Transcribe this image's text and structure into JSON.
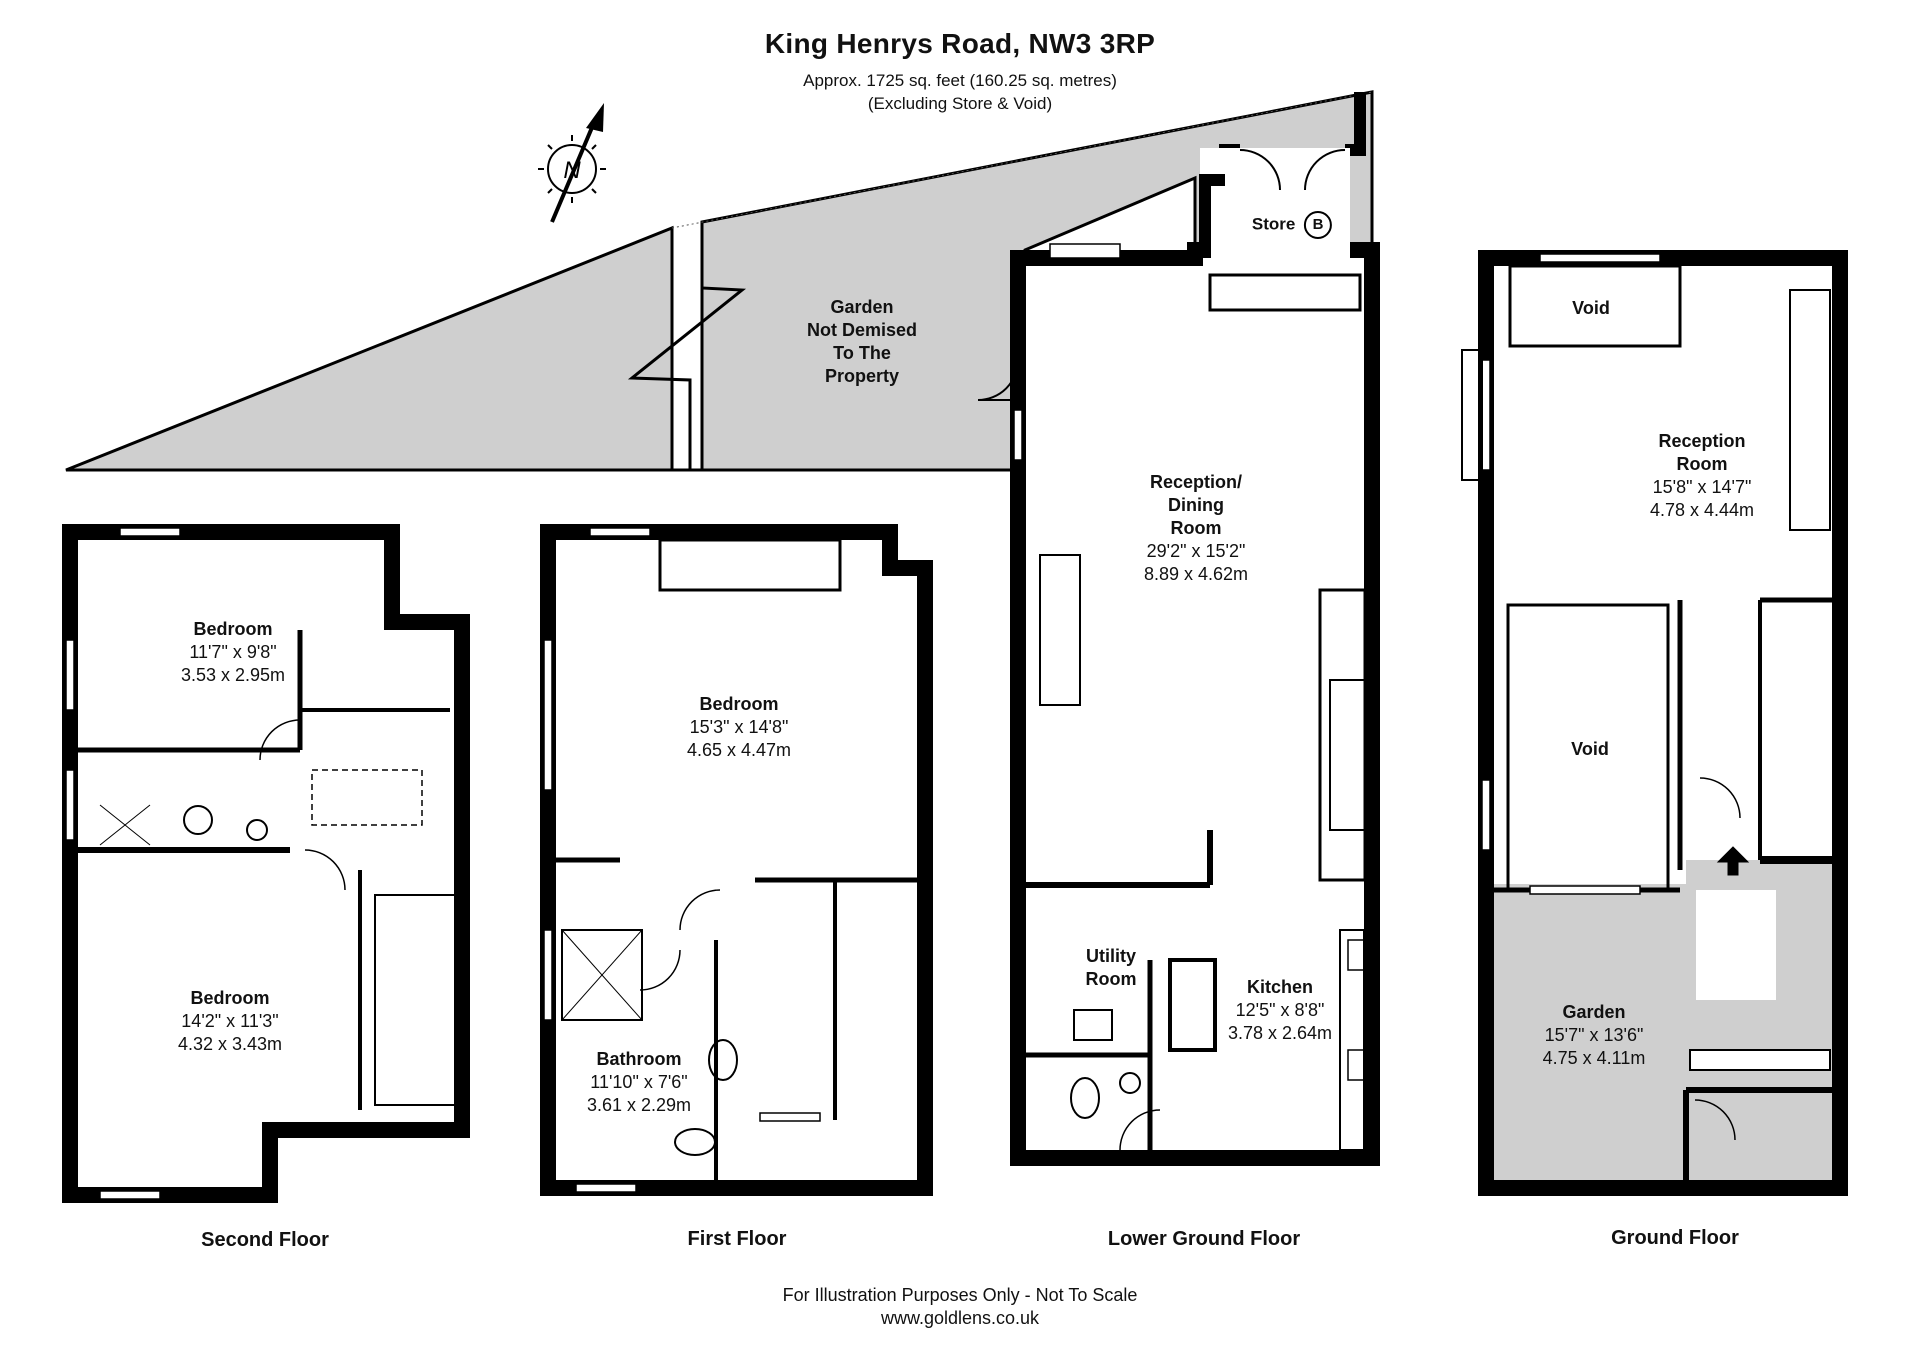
{
  "header": {
    "title": "King Henrys Road, NW3 3RP",
    "area": "Approx. 1725 sq. feet (160.25 sq. metres)",
    "exclusions": "(Excluding Store & Void)"
  },
  "compass": {
    "letter": "N",
    "icon": "north-arrow-icon"
  },
  "floors": {
    "second": "Second Floor",
    "first": "First Floor",
    "lower_ground": "Lower Ground Floor",
    "ground": "Ground Floor"
  },
  "rooms": {
    "second_bedroom_top": {
      "name": "Bedroom",
      "imperial": "11'7\" x 9'8\"",
      "metric": "3.53 x 2.95m"
    },
    "second_bedroom_bottom": {
      "name": "Bedroom",
      "imperial": "14'2\" x 11'3\"",
      "metric": "4.32 x 3.43m"
    },
    "first_bedroom": {
      "name": "Bedroom",
      "imperial": "15'3\" x 14'8\"",
      "metric": "4.65 x 4.47m"
    },
    "first_bathroom": {
      "name": "Bathroom",
      "imperial": "11'10\" x 7'6\"",
      "metric": "3.61 x 2.29m"
    },
    "reception_dining": {
      "name_line1": "Reception/",
      "name_line2": "Dining",
      "name_line3": "Room",
      "imperial": "29'2\" x 15'2\"",
      "metric": "8.89 x 4.62m"
    },
    "utility": {
      "name_line1": "Utility",
      "name_line2": "Room"
    },
    "kitchen": {
      "name": "Kitchen",
      "imperial": "12'5\" x 8'8\"",
      "metric": "3.78 x 2.64m"
    },
    "store": {
      "name": "Store",
      "badge": "B"
    },
    "garden_not_demised": {
      "line1": "Garden",
      "line2": "Not Demised",
      "line3": "To The",
      "line4": "Property"
    },
    "ground_reception": {
      "name_line1": "Reception",
      "name_line2": "Room",
      "imperial": "15'8\" x 14'7\"",
      "metric": "4.78 x 4.44m"
    },
    "void_top": {
      "name": "Void"
    },
    "void_main": {
      "name": "Void"
    },
    "ground_garden": {
      "name": "Garden",
      "imperial": "15'7\" x 13'6\"",
      "metric": "4.75 x 4.11m"
    }
  },
  "footer": {
    "disclaimer": "For Illustration Purposes Only - Not To Scale",
    "website": "www.goldlens.co.uk"
  },
  "colors": {
    "wall": "#000000",
    "garden_fill": "#cccccc",
    "background": "#ffffff",
    "window_frame": "#555555"
  }
}
